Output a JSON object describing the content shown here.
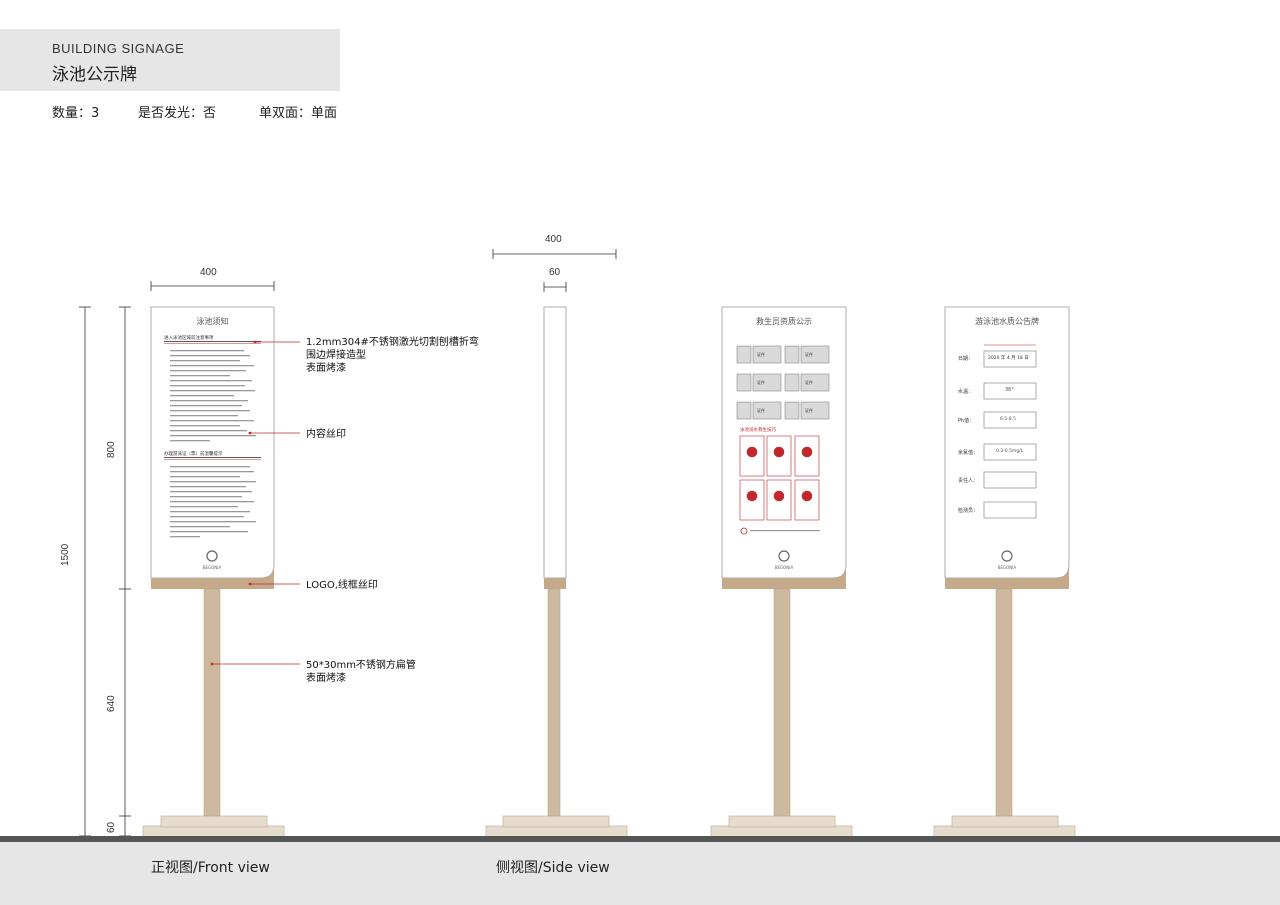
{
  "header": {
    "subtitle_en": "BUILDING SIGNAGE",
    "title_cn": "泳池公示牌"
  },
  "specs": {
    "quantity": "数量：3",
    "illuminated": "是否发光：否",
    "sides": "单双面：单面"
  },
  "dimensions": {
    "front_width": "400",
    "side_width": "400",
    "side_depth": "60",
    "total_height": "1500",
    "panel_height": "800",
    "post_height": "640",
    "base_height": "60"
  },
  "annotations": {
    "panel_material_line1": "1.2mm304#不锈钢激光切割刨槽折弯",
    "panel_material_line2": "围边焊接造型",
    "panel_material_line3": "表面烤漆",
    "content_print": "内容丝印",
    "logo_print": "LOGO,线框丝印",
    "post_line1": "50*30mm不锈钢方扁管",
    "post_line2": "表面烤漆"
  },
  "signs": {
    "pool_rules": {
      "title": "泳池须知",
      "section1": "进入泳池区域前注意事项",
      "section2": "办理游泳证（票）前温馨提示"
    },
    "lifeguard": {
      "title": "救生员资质公示",
      "photo_label": "证件",
      "section": "泳池溺水救生技巧"
    },
    "water_quality": {
      "title": "游泳池水质公告牌",
      "fields": [
        {
          "label": "日期：",
          "value": "2020 年 4 月 18 日"
        },
        {
          "label": "水温：",
          "value": "36°"
        },
        {
          "label": "Ph值：",
          "value": "6.5-8.5"
        },
        {
          "label": "余氯值：",
          "value": "0.3-0.5mg/L"
        },
        {
          "label": "责任人：",
          "value": ""
        },
        {
          "label": "检测员：",
          "value": ""
        }
      ]
    },
    "logo_text": "BEGONIA"
  },
  "views": {
    "front": "正视图/Front view",
    "side": "侧视图/Side view"
  },
  "colors": {
    "post": "#cdb9a0",
    "base": "#e6dccd",
    "accent_red": "#c0282c",
    "panel_border": "#999999"
  }
}
